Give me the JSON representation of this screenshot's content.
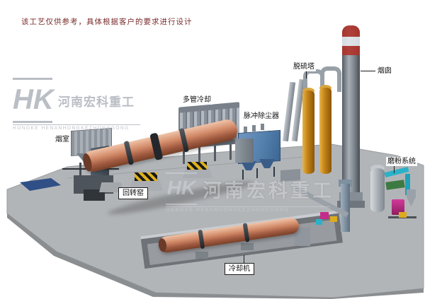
{
  "disclaimer": "该工艺仅供参考，具体根据客户的要求进行设计",
  "watermark": {
    "logo": "HK",
    "company_cn": "河南宏科重工",
    "company_en": "HONGKE HENANHONGKEZHONGGONG"
  },
  "labels": {
    "smoke_chamber": "烟室",
    "rotary_kiln": "回转窑",
    "multi_tube_cooler": "多管冷却",
    "pulse_dust_collector": "脉冲除尘器",
    "desulfurization_tower": "脱硫塔",
    "chimney": "烟囱",
    "grinding_system": "磨粉系统",
    "cooling_machine": "冷却机"
  },
  "colors": {
    "disclaimer_text": "#7a2a2a",
    "kiln_body": "#d28a68",
    "dust_collector_blue": "#5480ad",
    "desulfur_tower_orange": "#c08016",
    "chimney_band_red": "#b03028",
    "ground_gray": "#b2b5b8",
    "hazard_yellow": "#ddb11c",
    "magenta_unit": "#c52b8a",
    "cyan_pipe": "#29b2c9",
    "green_unit": "#3d7a43",
    "watermark_gray": "#b3b7bf"
  }
}
